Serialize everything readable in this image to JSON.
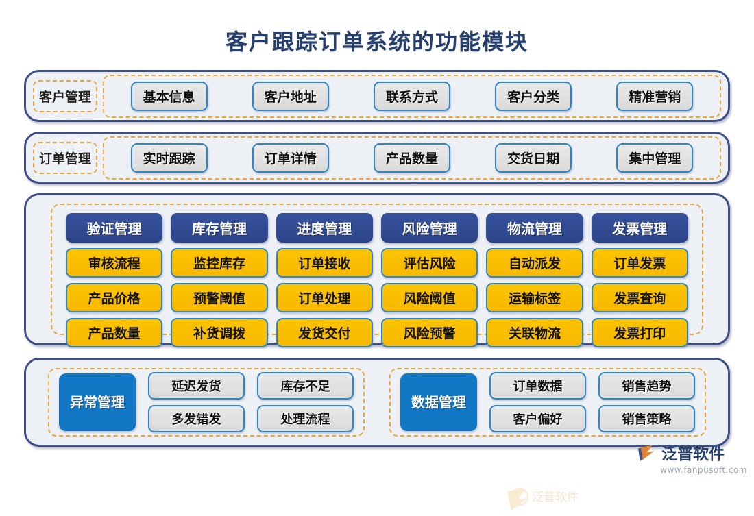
{
  "title": "客户跟踪订单系统的功能模块",
  "rows": [
    {
      "label": "客户管理",
      "items": [
        "基本信息",
        "客户地址",
        "联系方式",
        "客户分类",
        "精准营销"
      ]
    },
    {
      "label": "订单管理",
      "items": [
        "实时跟踪",
        "订单详情",
        "产品数量",
        "交货日期",
        "集中管理"
      ]
    }
  ],
  "grid": {
    "columns": [
      {
        "head": "验证管理",
        "items": [
          "审核流程",
          "产品价格",
          "产品数量"
        ]
      },
      {
        "head": "库存管理",
        "items": [
          "监控库存",
          "预警阈值",
          "补货调拨"
        ]
      },
      {
        "head": "进度管理",
        "items": [
          "订单接收",
          "订单处理",
          "发货交付"
        ]
      },
      {
        "head": "风险管理",
        "items": [
          "评估风险",
          "风险阈值",
          "风险预警"
        ]
      },
      {
        "head": "物流管理",
        "items": [
          "自动派发",
          "运输标签",
          "关联物流"
        ]
      },
      {
        "head": "发票管理",
        "items": [
          "订单发票",
          "发票查询",
          "发票打印"
        ]
      }
    ]
  },
  "bottom": {
    "groups": [
      {
        "label": "异常管理",
        "items": [
          "延迟发货",
          "库存不足",
          "多发错发",
          "处理流程"
        ]
      },
      {
        "label": "数据管理",
        "items": [
          "订单数据",
          "销售趋势",
          "客户偏好",
          "销售策略"
        ]
      }
    ]
  },
  "logo": {
    "name": "泛普软件",
    "url": "www.fanpusoft.com"
  },
  "colors": {
    "title": "#27406b",
    "band_border": "#3d4f87",
    "band_bg": "#edf0f4",
    "dashed": "#e8a838",
    "chip_border": "#2e86c8",
    "chip_bg": "#e3e3e3",
    "head_blue": "#2c4489",
    "item_yellow": "#fcc400",
    "label_blue": "#1277c4"
  }
}
